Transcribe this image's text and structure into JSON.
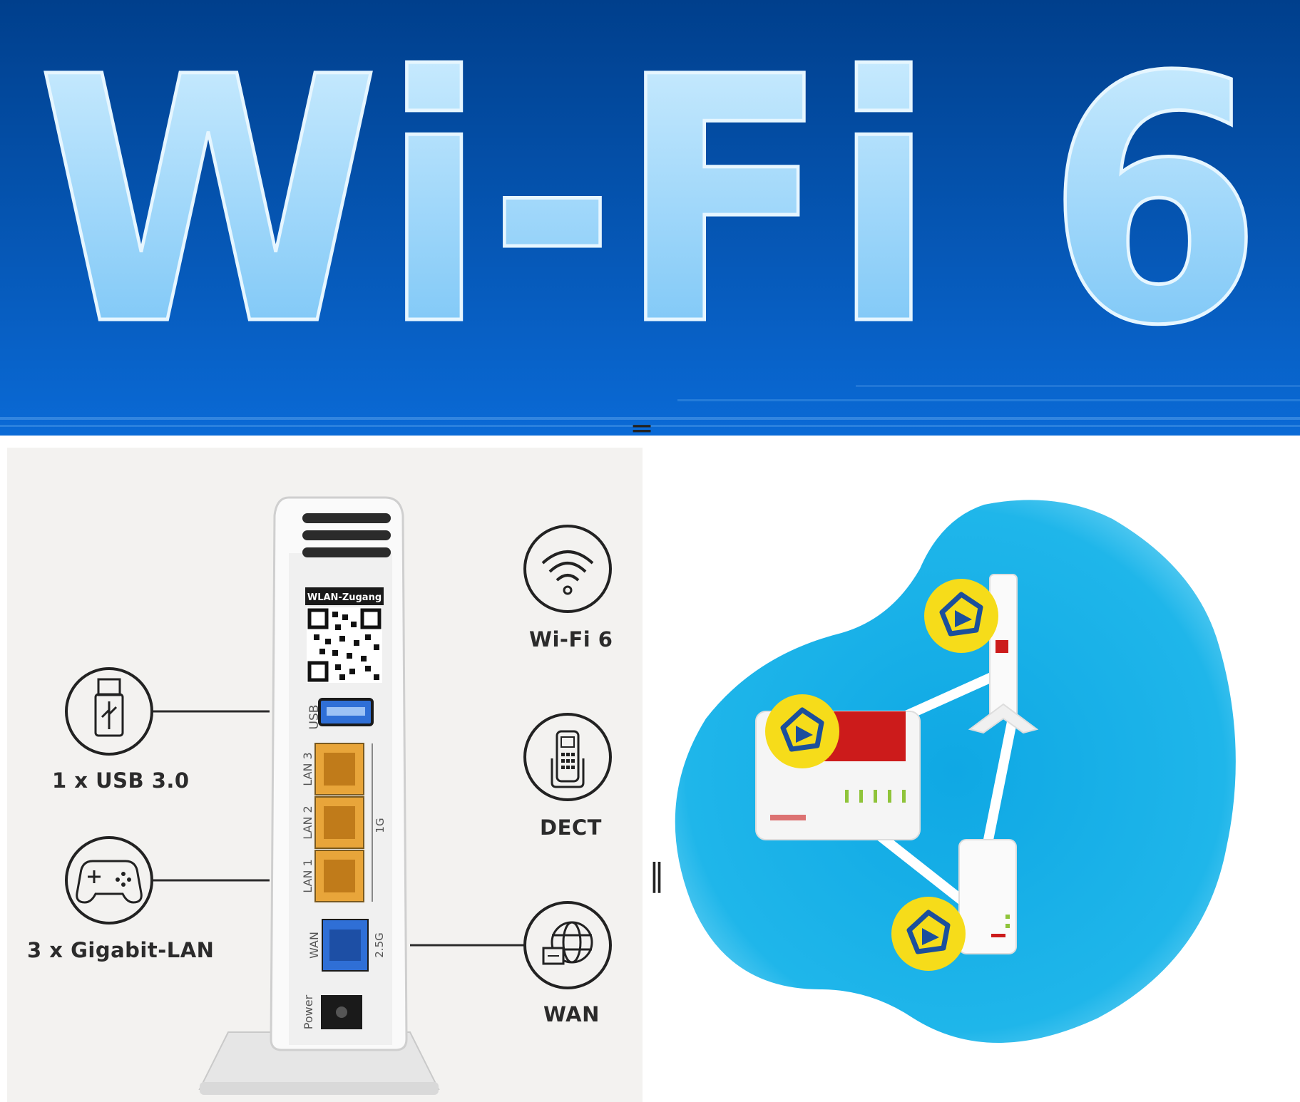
{
  "banner": {
    "headline": "Wi-Fi 6",
    "colors": {
      "background_top": "#003f8c",
      "background_bottom": "#0a6ad6",
      "text_fill": "#8fd0ff",
      "text_outline": "#dff3ff"
    }
  },
  "router": {
    "qr_label": "WLAN-Zugang",
    "ports": {
      "usb": "USB",
      "lan3": "LAN 3",
      "lan2": "LAN 2",
      "lan1": "LAN 1",
      "lan_speed": "1G",
      "wan": "WAN",
      "wan_speed": "2.5G",
      "power": "Power"
    },
    "features_left": [
      {
        "icon": "usb-stick-icon",
        "label": "1 x USB 3.0"
      },
      {
        "icon": "gamepad-icon",
        "label": "3 x Gigabit-LAN"
      }
    ],
    "features_right": [
      {
        "icon": "wifi-icon",
        "label": "Wi-Fi 6"
      },
      {
        "icon": "dect-phone-icon",
        "label": "DECT"
      },
      {
        "icon": "globe-wan-icon",
        "label": "WAN"
      }
    ],
    "colors": {
      "lan_port": "#e8a53a",
      "wan_port": "#2f6fd6",
      "usb_port": "#2f6fd6"
    }
  },
  "mesh": {
    "colors": {
      "cloud": "#1fb6ea",
      "badge": "#f6dc1a",
      "badge_icon": "#1b4f9c",
      "router_red": "#cc1b1b"
    }
  }
}
